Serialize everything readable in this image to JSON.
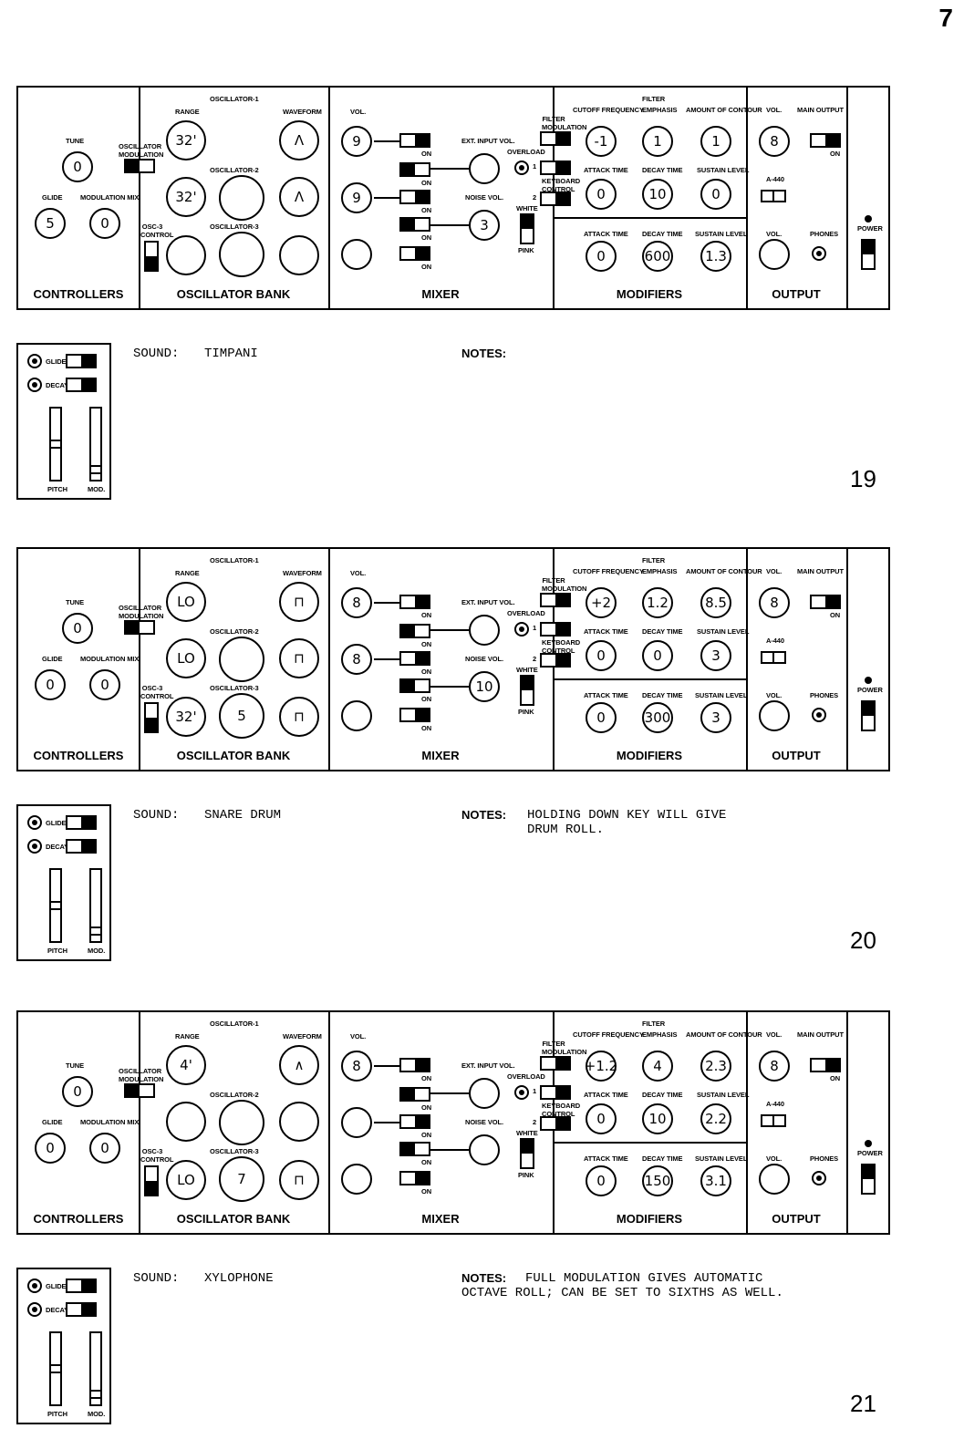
{
  "page_number": "7",
  "labels": {
    "controllers": "CONTROLLERS",
    "oscillator_bank": "OSCILLATOR BANK",
    "mixer": "MIXER",
    "modifiers": "MODIFIERS",
    "output": "OUTPUT",
    "tune": "TUNE",
    "glide": "GLIDE",
    "modulation_mix": "MODULATION MIX",
    "osc_modulation": "OSCILLATOR MODULATION",
    "osc3_control": "OSC-3 CONTROL",
    "osc1": "OSCILLATOR-1",
    "osc2": "OSCILLATOR-2",
    "osc3": "OSCILLATOR-3",
    "range": "RANGE",
    "waveform": "WAVEFORM",
    "vol": "VOL.",
    "ext_input_vol": "EXT. INPUT VOL.",
    "noise_vol": "NOISE VOL.",
    "overload": "OVERLOAD",
    "filter_modulation": "FILTER MODULATION",
    "keyboard_control": "KEYBOARD CONTROL",
    "white": "WHITE",
    "pink": "PINK",
    "on": "ON",
    "filter": "FILTER",
    "cutoff_frequency": "CUTOFF FREQUENCY",
    "emphasis": "EMPHASIS",
    "amount_of_contour": "AMOUNT OF CONTOUR",
    "attack_time": "ATTACK TIME",
    "decay_time": "DECAY TIME",
    "sustain_level": "SUSTAIN LEVEL",
    "main_output": "MAIN OUTPUT",
    "a440": "A-440",
    "phones": "PHONES",
    "power": "POWER",
    "glide_sw": "GLIDE",
    "decay_sw": "DECAY",
    "pitch": "PITCH",
    "mod": "MOD.",
    "sound": "SOUND:",
    "notes": "NOTES:",
    "one": "1",
    "two": "2"
  },
  "patches": [
    {
      "number": "19",
      "sound": "TIMPANI",
      "notes": "",
      "tune": "0",
      "glide": "5",
      "modmix": "0",
      "osc1_range": "32'",
      "osc1_wave": "Λ",
      "osc2_range": "32'",
      "osc2_freq": "",
      "osc2_wave": "Λ",
      "osc3_range": "",
      "osc3_freq": "",
      "osc3_wave": "",
      "mix_vol1": "9",
      "mix_vol2": "9",
      "mix_vol3": "",
      "ext_vol": "",
      "noise_vol": "3",
      "cutoff": "-1",
      "emphasis": "1",
      "contour": "1",
      "f_attack": "0",
      "f_decay": "10",
      "f_sustain": "0",
      "l_attack": "0",
      "l_decay": "600",
      "l_sustain": "1.3",
      "out_vol": "8",
      "phones_vol": ""
    },
    {
      "number": "20",
      "sound": "SNARE DRUM",
      "notes": "HOLDING DOWN KEY WILL GIVE\nDRUM ROLL.",
      "tune": "0",
      "glide": "0",
      "modmix": "0",
      "osc1_range": "LO",
      "osc1_wave": "⊓",
      "osc2_range": "LO",
      "osc2_freq": "",
      "osc2_wave": "⊓",
      "osc3_range": "32'",
      "osc3_freq": "5",
      "osc3_wave": "⊓",
      "mix_vol1": "8",
      "mix_vol2": "8",
      "mix_vol3": "",
      "ext_vol": "",
      "noise_vol": "10",
      "cutoff": "+2",
      "emphasis": "1.2",
      "contour": "8.5",
      "f_attack": "0",
      "f_decay": "0",
      "f_sustain": "3",
      "l_attack": "0",
      "l_decay": "300",
      "l_sustain": "3",
      "out_vol": "8",
      "phones_vol": ""
    },
    {
      "number": "21",
      "sound": "XYLOPHONE",
      "notes": "FULL MODULATION GIVES AUTOMATIC\nOCTAVE ROLL; CAN BE SET TO SIXTHS AS WELL.",
      "tune": "0",
      "glide": "0",
      "modmix": "0",
      "osc1_range": "4'",
      "osc1_wave": "∧",
      "osc2_range": "",
      "osc2_freq": "",
      "osc2_wave": "",
      "osc3_range": "LO",
      "osc3_freq": "7",
      "osc3_wave": "⊓",
      "mix_vol1": "8",
      "mix_vol2": "",
      "mix_vol3": "",
      "ext_vol": "",
      "noise_vol": "",
      "cutoff": "+1.2",
      "emphasis": "4",
      "contour": "2.3",
      "f_attack": "0",
      "f_decay": "10",
      "f_sustain": "2.2",
      "l_attack": "0",
      "l_decay": "150",
      "l_sustain": "3.1",
      "out_vol": "8",
      "phones_vol": ""
    }
  ]
}
